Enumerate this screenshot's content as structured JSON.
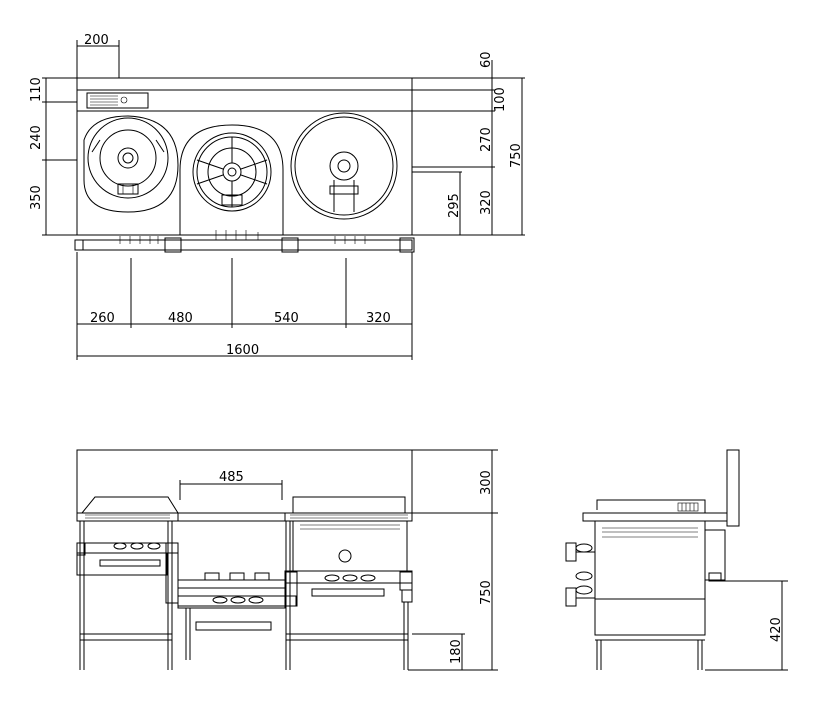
{
  "plan_view": {
    "dims_top": {
      "d200": "200",
      "d60": "60"
    },
    "dims_left": {
      "d110": "110",
      "d240": "240",
      "d350": "350"
    },
    "dims_right": {
      "d100": "100",
      "d270": "270",
      "d320": "320",
      "d750": "750",
      "d295": "295"
    },
    "dims_bottom": {
      "d260": "260",
      "d480": "480",
      "d540": "540",
      "d320": "320",
      "d1600": "1600"
    }
  },
  "front_view": {
    "dims": {
      "d485": "485",
      "d300": "300",
      "d750": "750",
      "d180": "180"
    }
  },
  "side_view": {
    "dims": {
      "d420": "420"
    }
  }
}
